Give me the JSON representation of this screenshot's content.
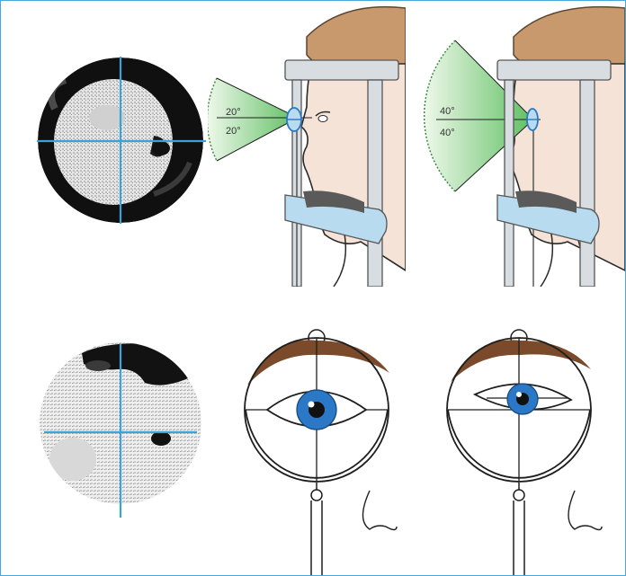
{
  "figure": {
    "panel_top": {
      "angle_labels_narrow": [
        "20°",
        "20°"
      ],
      "angle_labels_wide": [
        "40°",
        "40°"
      ]
    }
  },
  "colors": {
    "frame_border": "#47a8e0",
    "crosshair": "#3aa3d8",
    "field_fill_start": "#5fbf62",
    "field_fill_end": "#eaf7e6",
    "skin": "#f6e3d7",
    "hair": "#c8996c",
    "chinrest": "#b9dbef",
    "chin_pad": "#5a5a5a",
    "frame_gray": "#d7dde1",
    "iris": "#2a78c6",
    "eyebrow": "#7a4a2a"
  },
  "icons": {
    "field_map_top": "visual-field-map-icon",
    "field_map_bottom": "visual-field-map-icon",
    "perimeter_narrow": "perimeter-20deg-illustration",
    "perimeter_wide": "perimeter-40deg-illustration",
    "eye_centered": "eye-centered-illustration",
    "eye_offset": "eye-offset-illustration"
  }
}
